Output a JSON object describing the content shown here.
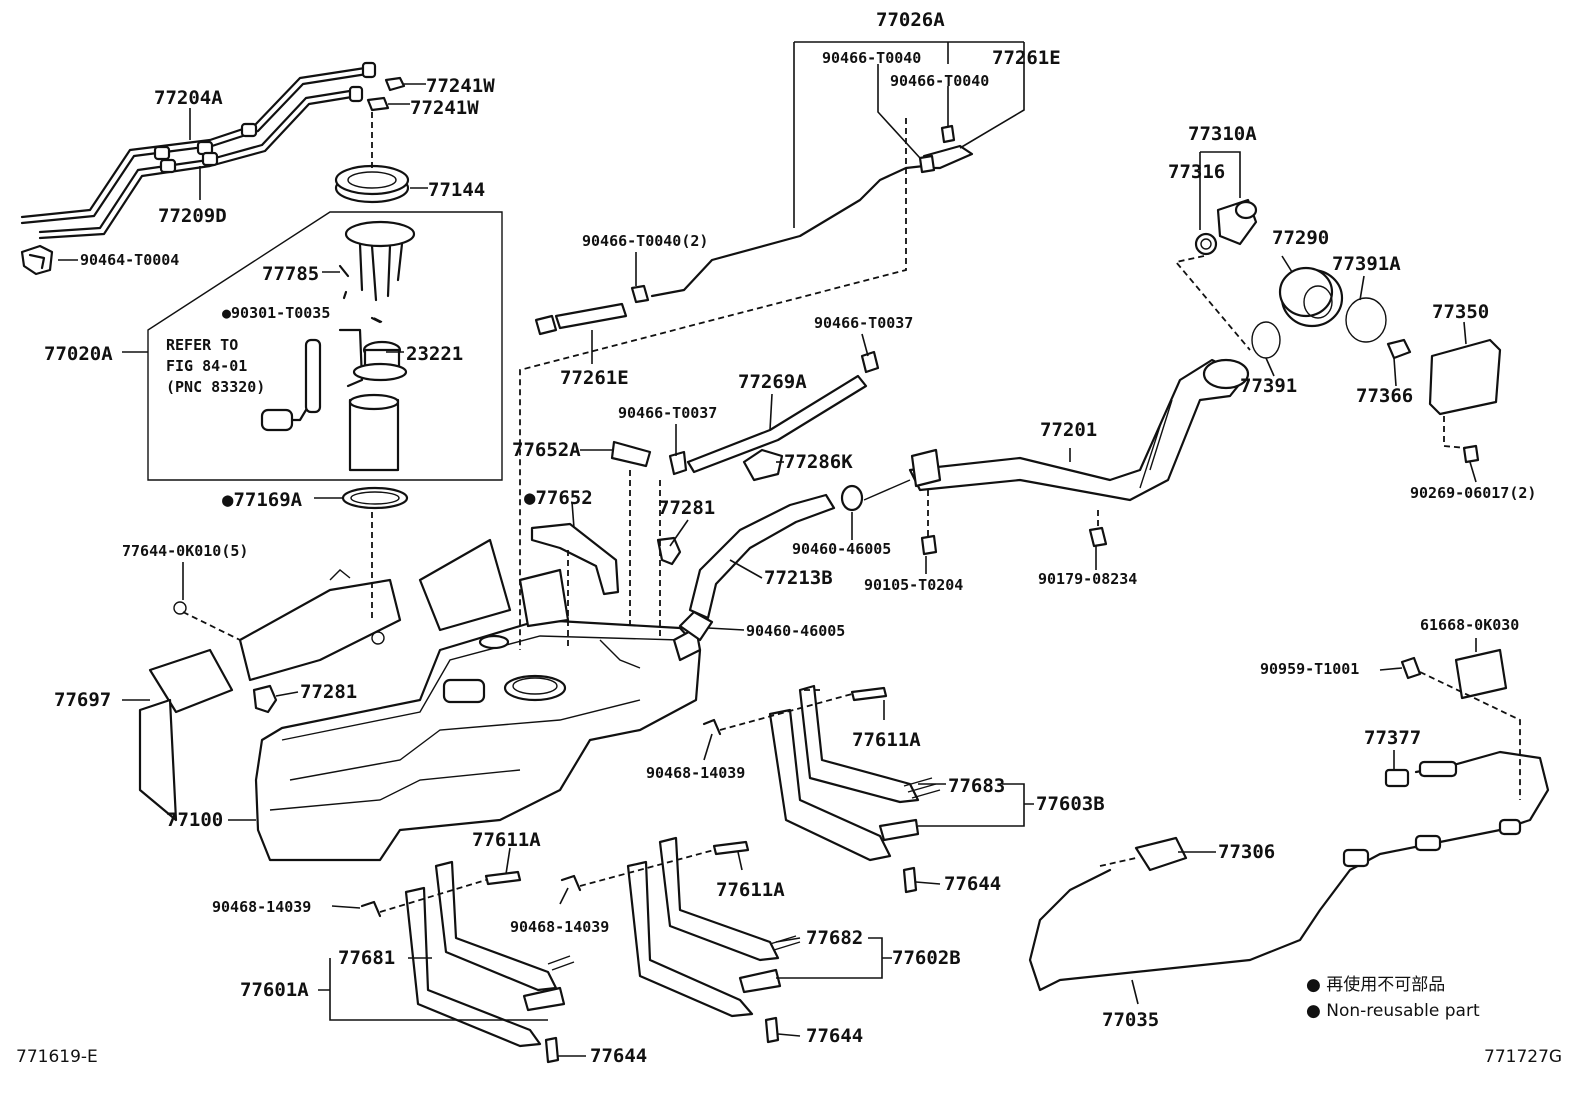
{
  "labels": {
    "p77026A": "77026A",
    "p90466_T0040_a": "90466-T0040",
    "p90466_T0040_b": "90466-T0040",
    "p77261E_a": "77261E",
    "p77204A": "77204A",
    "p77241W_a": "77241W",
    "p77241W_b": "77241W",
    "p77144": "77144",
    "p77209D": "77209D",
    "p90464_T0004": "90464-T0004",
    "p77785": "77785",
    "p90301_T0035": "●90301-T0035",
    "p77020A": "77020A",
    "p23221": "23221",
    "p77169A": "●77169A",
    "p90466_T0040_2": "90466-T0040(2)",
    "p77261E_b": "77261E",
    "p90466_T0037_a": "90466-T0037",
    "p77269A": "77269A",
    "p90466_T0037_b": "90466-T0037",
    "p77652A": "77652A",
    "p77286K": "77286K",
    "p77652": "●77652",
    "p77281_a": "77281",
    "p77213B": "77213B",
    "p90460_46005_a": "90460-46005",
    "p90460_46005_b": "90460-46005",
    "p77644_0K010": "77644-0K010(5)",
    "p77697": "77697",
    "p77281_b": "77281",
    "p77100": "77100",
    "p77310A": "77310A",
    "p77316": "77316",
    "p77290": "77290",
    "p77391A": "77391A",
    "p77350": "77350",
    "p77391": "77391",
    "p77366": "77366",
    "p77201": "77201",
    "p90105_T0204": "90105-T0204",
    "p90179_08234": "90179-08234",
    "p90269_06017": "90269-06017(2)",
    "p61668_0K030": "61668-0K030",
    "p90959_T1001": "90959-T1001",
    "p77377": "77377",
    "p77611A_a": "77611A",
    "p90468_14039_a": "90468-14039",
    "p77683": "77683",
    "p77603B": "77603B",
    "p77644_a": "77644",
    "p77611A_b": "77611A",
    "p90468_14039_b": "90468-14039",
    "p90468_14039_c": "90468-14039",
    "p77611A_c": "77611A",
    "p77306": "77306",
    "p77681": "77681",
    "p77601A": "77601A",
    "p77682": "77682",
    "p77602B": "77602B",
    "p77644_b": "77644",
    "p77644_c": "77644",
    "p77035": "77035",
    "refer1": "REFER TO",
    "refer2": "FIG 84-01",
    "refer3": "(PNC 83320)"
  },
  "legend": {
    "jp": "● 再使用不可部品",
    "en": "● Non-reusable part"
  },
  "footer": {
    "left": "771619-E",
    "right": "771727G"
  }
}
